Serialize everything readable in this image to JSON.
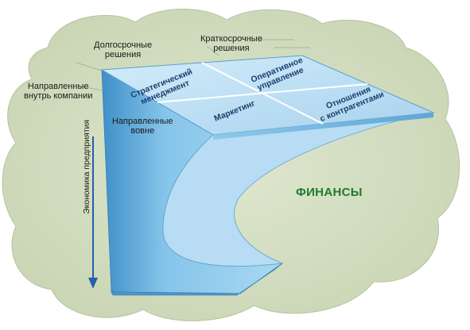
{
  "labels": {
    "long_term": [
      "Долгосрочные",
      "решения"
    ],
    "short_term": [
      "Краткосрочные",
      "решения"
    ],
    "inward": [
      "Направленные",
      "внутрь компании"
    ],
    "outward": [
      "Направленные",
      "вовне"
    ],
    "economy": "Экономика предприятия"
  },
  "cells": {
    "strategic": [
      "Стратегический",
      "менеджмент"
    ],
    "operational": [
      "Оперативное",
      "управление"
    ],
    "marketing": [
      "Маркетинг"
    ],
    "relations": [
      "Отношения",
      "с контрагентами"
    ]
  },
  "finance_label": "ФИНАНСЫ",
  "colors": {
    "cloud": "#d4dec2",
    "cloud_edge": "#b9c6a3",
    "block_face": "#6fb2dc",
    "block_top": "#b9dcf2",
    "finance_text": "#1f7a2e",
    "arrow": "#2361a8"
  }
}
